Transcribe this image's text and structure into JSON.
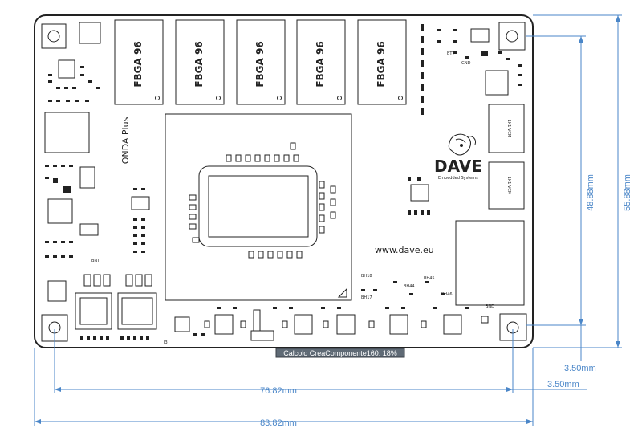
{
  "board": {
    "module_label": "ONDA Plus",
    "website": "www.dave.eu",
    "logo_text": "DAVE",
    "logo_subtext": "Embedded Systems",
    "ram_chips": [
      "FBGA 96",
      "FBGA 96",
      "FBGA 96",
      "FBGA 96",
      "FBGA 96"
    ],
    "small_labels": {
      "btt": "BTT",
      "gnd": "GND",
      "bnt": "BNT",
      "bh18": "BH18",
      "bh17": "BH17",
      "bh44": "BH44",
      "bh45": "BH45",
      "bh46": "BH46",
      "bnd": "BND",
      "j3": "J3"
    },
    "side_chips": [
      "1K1 VCM",
      "1K1 VCM"
    ]
  },
  "dimensions": {
    "inner_height": "48.88mm",
    "outer_height": "55.88mm",
    "inner_width": "76.82mm",
    "outer_width": "83.82mm",
    "offset_vertical": "3.50mm",
    "offset_horizontal": "3.50mm"
  },
  "status_bar": {
    "text": "Calcolo CreaComponente160: 18%"
  }
}
